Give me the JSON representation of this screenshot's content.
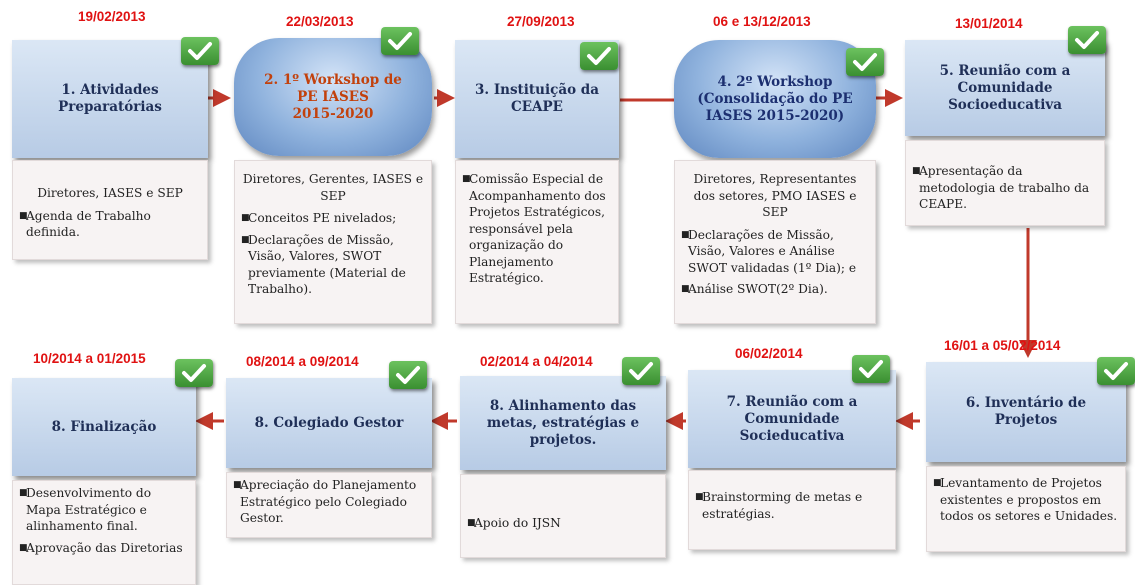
{
  "dates": {
    "d1": "19/02/2013",
    "d2": "22/03/2013",
    "d3": "27/09/2013",
    "d4": "06 e 13/12/2013",
    "d5": "13/01/2014",
    "d6": "16/01 a 05/02/2014",
    "d7": "06/02/2014",
    "d8a": "02/2014 a 04/2014",
    "d8b": "08/2014 a 09/2014",
    "d8c": "10/2014 a 01/2015"
  },
  "steps": {
    "s1": {
      "line1": "1. Atividades",
      "line2": "Preparatórias"
    },
    "s2": {
      "line1": "2. 1º Workshop de",
      "line2": "PE IASES",
      "line3": "2015-2020"
    },
    "s3": {
      "line1": "3. Instituição da",
      "line2": "CEAPE"
    },
    "s4": {
      "line1": "4. 2º Workshop",
      "line2": "(Consolidação do PE",
      "line3": "IASES 2015-2020)"
    },
    "s5": {
      "line1": "5. Reunião com a",
      "line2": "Comunidade",
      "line3": "Socioeducativa"
    },
    "s6": {
      "line1": "6. Inventário de Projetos"
    },
    "s7": {
      "line1": "7. Reunião com a",
      "line2": "Comunidade",
      "line3": "Socieducativa"
    },
    "s8a": {
      "line1": "8. Alinhamento das",
      "line2": "metas, estratégias e",
      "line3": "projetos."
    },
    "s8b": {
      "line1": "8. Colegiado Gestor"
    },
    "s8c": {
      "line1": "8. Finalização"
    }
  },
  "details": {
    "t1": {
      "center": "Diretores, IASES e SEP",
      "b1": "Agenda de Trabalho definida."
    },
    "t2": {
      "center": "Diretores, Gerentes,  IASES e SEP",
      "b1": "Conceitos PE nivelados;",
      "b2": "Declarações de Missão, Visão, Valores, SWOT previamente (Material de Trabalho)."
    },
    "t3": {
      "b1": "Comissão Especial de Acompanhamento dos Projetos Estratégicos, responsável pela organização do Planejamento Estratégico."
    },
    "t4": {
      "center": "Diretores, Representantes dos setores, PMO IASES e SEP",
      "b1": "Declarações de Missão, Visão, Valores e Análise SWOT validadas (1º Dia); e",
      "b2": "Análise SWOT(2º Dia)."
    },
    "t5": {
      "b1": "Apresentação da metodologia de trabalho da CEAPE."
    },
    "t6": {
      "b1": "Levantamento de Projetos existentes e propostos em todos os setores e Unidades."
    },
    "t7": {
      "b1": "Brainstorming de metas e estratégias."
    },
    "t8a": {
      "b1": "Apoio do IJSN"
    },
    "t8b": {
      "b1": "Apreciação do Planejamento Estratégico pelo Colegiado Gestor."
    },
    "t8c": {
      "b1": "Desenvolvimento do Mapa Estratégico e alinhamento final.",
      "b2": "Aprovação das Diretorias"
    }
  },
  "colors": {
    "date": "#e01212",
    "arrow": "#c0392b",
    "check": "#4caf45",
    "box": "#c6d7ec"
  },
  "icons": {
    "check": "check-icon"
  }
}
